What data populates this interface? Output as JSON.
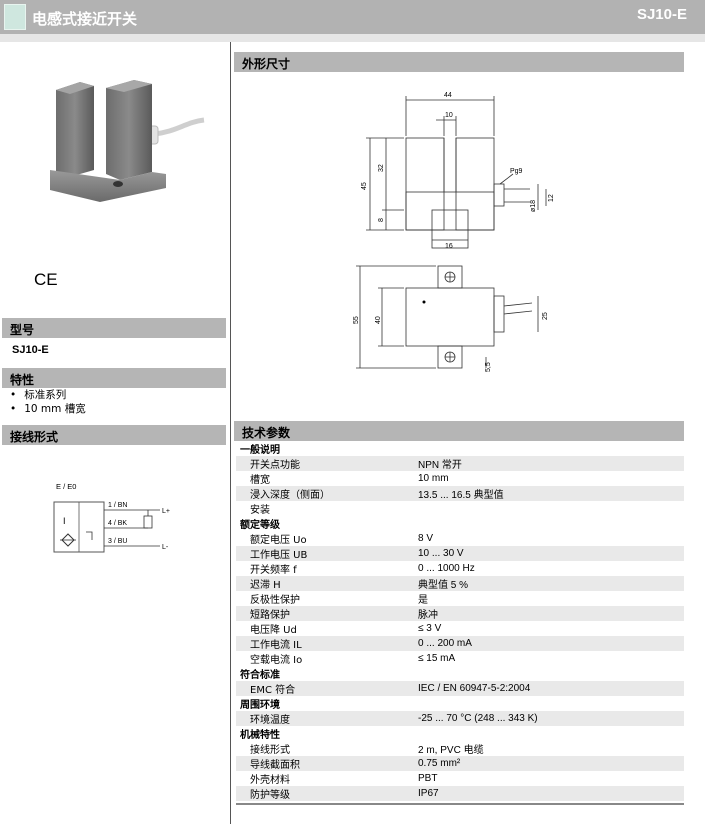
{
  "header": {
    "title": "电感式接近开关",
    "model": "SJ10-E"
  },
  "left": {
    "ce_mark": "CE",
    "type_header": "型号",
    "type_value": "SJ10-E",
    "features_header": "特性",
    "features": [
      "标准系列",
      "10 mm 槽宽"
    ],
    "wiring_header": "接线形式",
    "wiring": {
      "label": "E / E0",
      "i_label": "I",
      "wires": [
        {
          "pin": "1 / BN",
          "terminal": "L+"
        },
        {
          "pin": "4 / BK",
          "terminal": ""
        },
        {
          "pin": "3 / BU",
          "terminal": "L-"
        }
      ]
    }
  },
  "dimensions": {
    "header": "外形尺寸",
    "labels": {
      "w44": "44",
      "w10": "10",
      "h45": "45",
      "h32": "32",
      "h8": "8",
      "pg9": "Pg9",
      "d18": "ø18",
      "h12": "12",
      "w16": "16",
      "h55": "55",
      "h40": "40",
      "h25": "25",
      "h55b": "5,5"
    }
  },
  "specs": {
    "header": "技术参数",
    "groups": [
      {
        "title": "一般说明",
        "rows": [
          {
            "label": "开关点功能",
            "value": "NPN          常开"
          },
          {
            "label": "槽宽",
            "value": "10 mm"
          },
          {
            "label": "浸入深度（侧面）",
            "value": "13.5 ... 16.5 典型值"
          },
          {
            "label": "安装",
            "value": ""
          }
        ]
      },
      {
        "title": "额定等级",
        "rows": [
          {
            "label": "额定电压 Uo",
            "value": "8 V"
          },
          {
            "label": "工作电压  UB",
            "value": "10 ... 30 V"
          },
          {
            "label": "开关频率 f",
            "value": "0 ... 1000 Hz"
          },
          {
            "label": "迟滞 H",
            "value": "典型值 5 %"
          },
          {
            "label": "反极性保护",
            "value": "是"
          },
          {
            "label": "短路保护",
            "value": "脉冲"
          },
          {
            "label": "电压降  Ud",
            "value": "≤ 3 V"
          },
          {
            "label": "工作电流  IL",
            "value": "0 ... 200 mA"
          },
          {
            "label": "空载电流 Io",
            "value": "≤ 15 mA"
          }
        ]
      },
      {
        "title": "符合标准",
        "rows": [
          {
            "label": "EMC  符合",
            "value": "IEC / EN 60947-5-2:2004"
          }
        ]
      },
      {
        "title": "周围环境",
        "rows": [
          {
            "label": "环境温度",
            "value": "-25 ... 70 °C (248 ... 343 K)"
          }
        ]
      },
      {
        "title": "机械特性",
        "rows": [
          {
            "label": "接线形式",
            "value": "2 m, PVC 电缆"
          },
          {
            "label": "导线截面积",
            "value": "0.75 mm²"
          },
          {
            "label": "外壳材料",
            "value": "PBT"
          },
          {
            "label": "防护等级",
            "value": "IP67"
          }
        ]
      }
    ]
  }
}
